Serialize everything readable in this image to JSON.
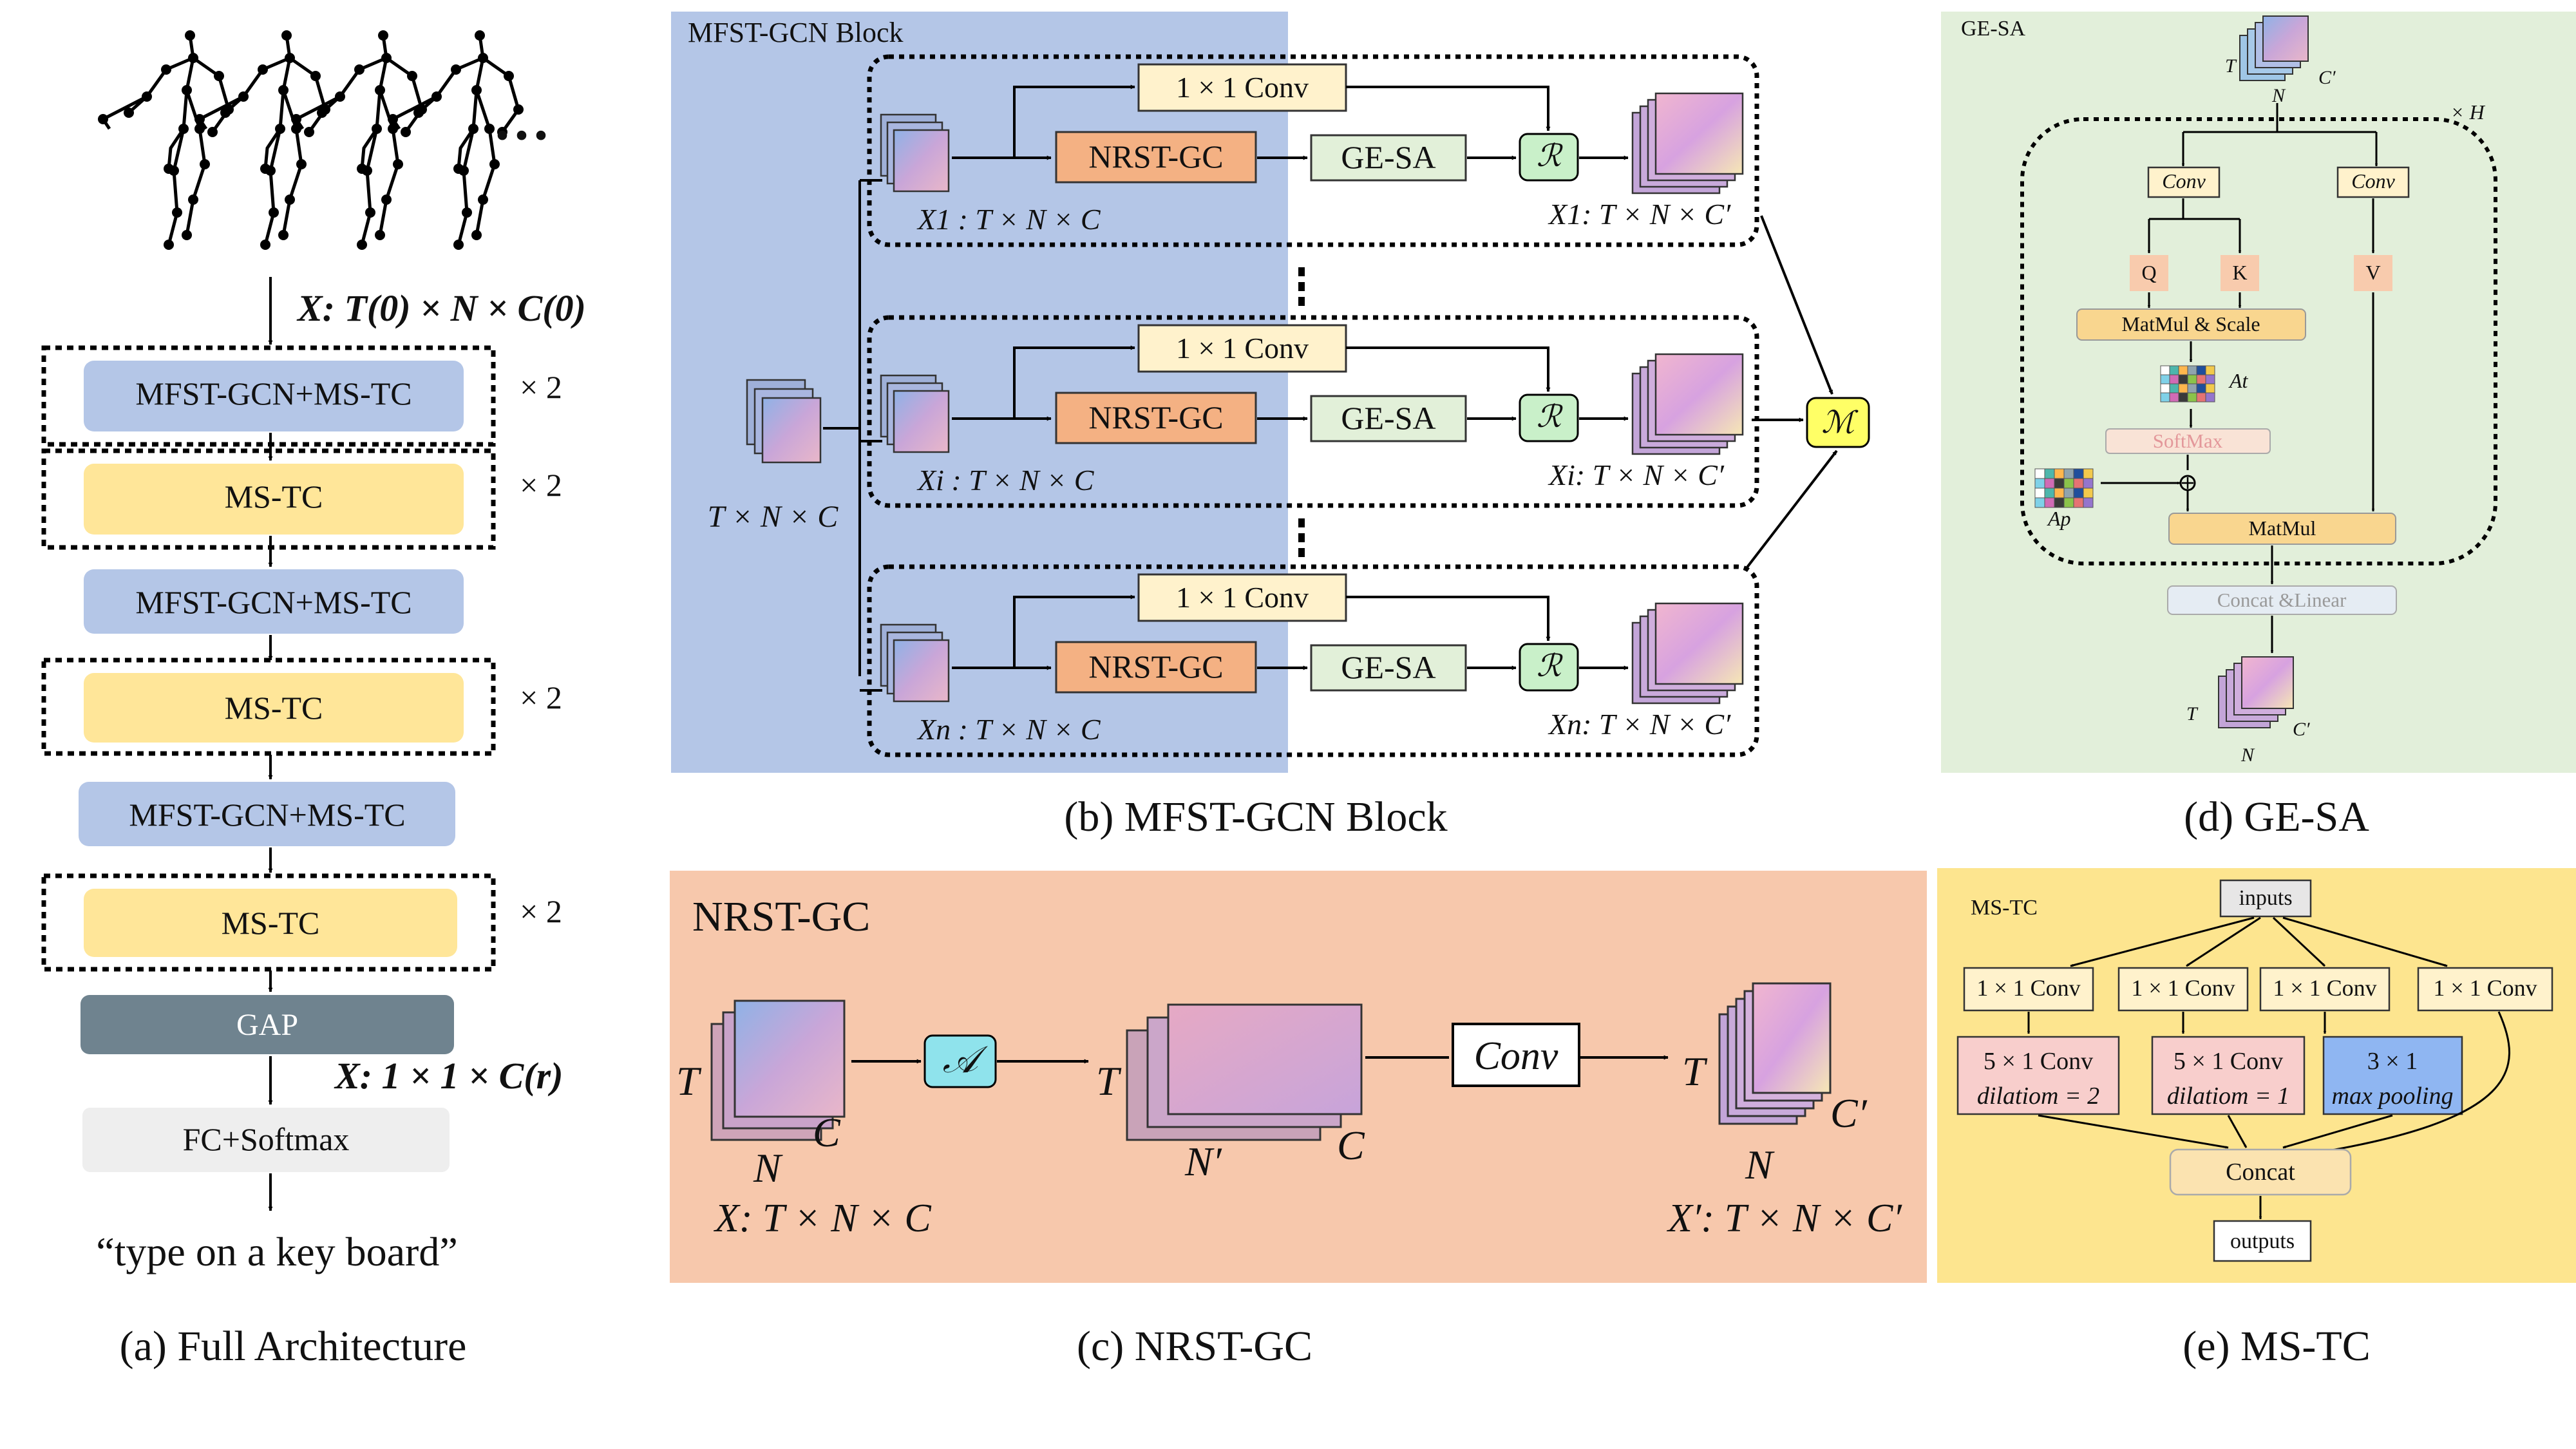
{
  "panel_a": {
    "x_input": "X: T(0) × N × C(0)",
    "stages": [
      {
        "label": "MFST-GCN+MS-TC",
        "repeat": "× 2"
      },
      {
        "label": "MS-TC",
        "repeat": "× 2"
      },
      {
        "label": "MFST-GCN+MS-TC",
        "repeat": ""
      },
      {
        "label": "MS-TC",
        "repeat": "× 2"
      },
      {
        "label": "MFST-GCN+MS-TC",
        "repeat": ""
      },
      {
        "label": "MS-TC",
        "repeat": "× 2"
      }
    ],
    "gap": "GAP",
    "x_output": "X: 1 × 1 × C(r)",
    "fc": "FC+Softmax",
    "prediction": "“type on a key board”",
    "ellipsis": "···",
    "caption": "(a) Full Architecture"
  },
  "panel_b": {
    "title": "MFST-GCN Block",
    "input_dims": "T × N × C",
    "branches": [
      {
        "conv": "1 × 1 Conv",
        "gc": "NRST-GC",
        "sa": "GE-SA",
        "r": "ℛ",
        "in_label": "X1 :  T × N × C",
        "out_label": "X1: T × N × C′"
      },
      {
        "conv": "1 × 1 Conv",
        "gc": "NRST-GC",
        "sa": "GE-SA",
        "r": "ℛ",
        "in_label": "Xi :  T × N × C",
        "out_label": "Xi: T × N × C′"
      },
      {
        "conv": "1 × 1 Conv",
        "gc": "NRST-GC",
        "sa": "GE-SA",
        "r": "ℛ",
        "in_label": "Xn :  T × N × C",
        "out_label": "Xn: T × N × C′"
      }
    ],
    "merge": "ℳ",
    "caption": "(b) MFST-GCN Block"
  },
  "panel_c": {
    "title": "NRST-GC",
    "a_op": "𝒜",
    "conv": "Conv",
    "in_label": "X: T × N × C",
    "out_label": "X′: T × N × C′",
    "caption": "(c) NRST-GC"
  },
  "panel_d": {
    "title": "GE-SA",
    "heads": "× H",
    "conv1": "Conv",
    "conv2": "Conv",
    "q": "Q",
    "k": "K",
    "v": "V",
    "matmul_scale": "MatMul & Scale",
    "at": "At",
    "softmax": "SoftMax",
    "ap": "Ap",
    "matmul": "MatMul",
    "concat_linear": "Concat &Linear",
    "caption": "(d) GE-SA"
  },
  "panel_e": {
    "title": "MS-TC",
    "inputs": "inputs",
    "convs": [
      "1 × 1 Conv",
      "1 × 1 Conv",
      "1 × 1 Conv",
      "1 × 1 Conv"
    ],
    "ops": [
      {
        "line1": "5 × 1 Conv",
        "line2": "dilatiom = 2"
      },
      {
        "line1": "5 × 1 Conv",
        "line2": "dilatiom = 1"
      },
      {
        "line1": "3 × 1",
        "line2": "max pooling"
      }
    ],
    "concat": "Concat",
    "outputs": "outputs",
    "caption": "(e) MS-TC"
  },
  "colors": {
    "blue_panel": "#b4c6e7",
    "green_panel": "#e2efda",
    "salmon_panel": "#f7c8ac",
    "yellow_panel": "#fde58f",
    "ms_tc": "#ffe699",
    "mfst": "#b4c6e7",
    "gap": "#6f838f",
    "fc": "#eeeeee",
    "nrst": "#f4b183",
    "gesa": "#e2f0d9",
    "r_node": "#c9f0c9",
    "m_node": "#ffff66"
  }
}
